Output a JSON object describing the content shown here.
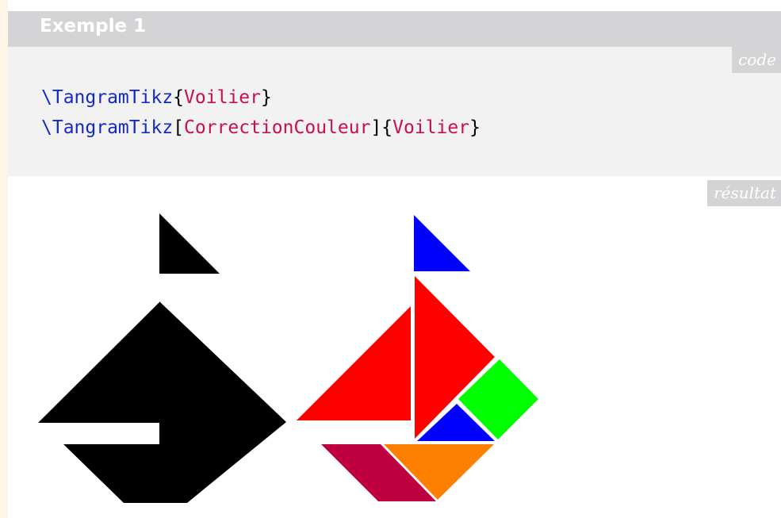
{
  "header": {
    "title": "Exemple 1"
  },
  "tags": {
    "code": "code",
    "result": "résultat"
  },
  "code": {
    "line1": {
      "command": "\\TangramTikz",
      "open": "{",
      "arg": "Voilier",
      "close": "}"
    },
    "line2": {
      "command": "\\TangramTikz",
      "opt_open": "[",
      "option": "CorrectionCouleur",
      "opt_close": "]",
      "open": "{",
      "arg": "Voilier",
      "close": "}"
    }
  },
  "colors": {
    "page_bg": "#fdf5e8",
    "title_bar": "#d4d4d6",
    "code_bg": "#f2f2f2",
    "command": "#1528c8",
    "argument": "#c8104a",
    "silhouette": "#000000",
    "piece_red": "#ff0000",
    "piece_blue": "#0000ff",
    "piece_green": "#00ff00",
    "piece_orange": "#ff8000",
    "piece_crimson": "#bf0040"
  },
  "figures": [
    {
      "name": "silhouette",
      "mode": "black"
    },
    {
      "name": "correction",
      "mode": "color"
    }
  ]
}
